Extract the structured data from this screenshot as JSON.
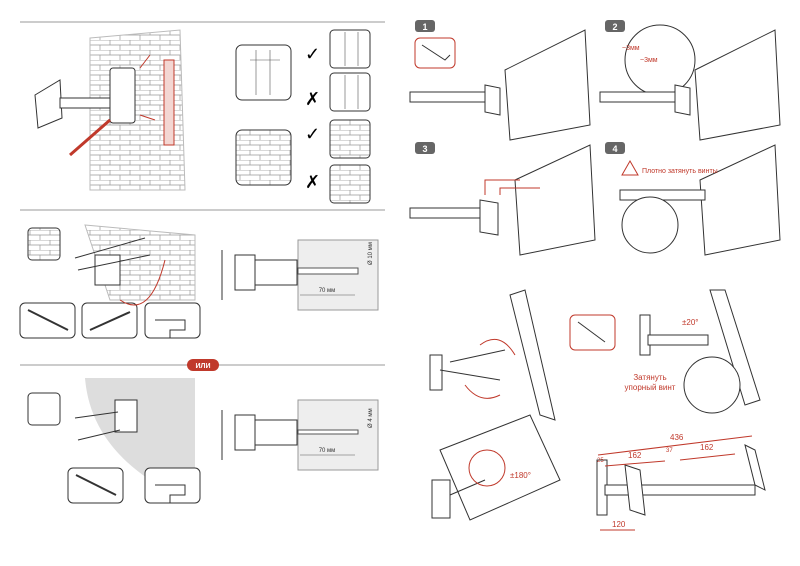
{
  "colors": {
    "accent": "#c0392b",
    "badge": "#666666",
    "wall": "#e0e0e0"
  },
  "separator_label": "ИЛИ",
  "drill": {
    "top": {
      "diameter": "Ø 10 мм",
      "depth": "70 мм"
    },
    "bottom": {
      "diameter": "Ø 4 мм",
      "depth": "70 мм"
    }
  },
  "marks": {
    "check": "✓",
    "cross": "✗"
  },
  "steps": [
    {
      "number": "1"
    },
    {
      "number": "2",
      "gap1": "~3мм",
      "gap2": "~3мм"
    },
    {
      "number": "3"
    },
    {
      "number": "4",
      "warning": "Плотно затянуть винты"
    }
  ],
  "adjust": {
    "tilt": "±20°",
    "rotate": "±180°",
    "stop_screw": [
      "Затянуть",
      "упорный винт"
    ]
  },
  "dimensions": {
    "total": "436",
    "arm1": "162",
    "arm2": "162",
    "gap": "37",
    "offset": "25",
    "plate": "120"
  }
}
